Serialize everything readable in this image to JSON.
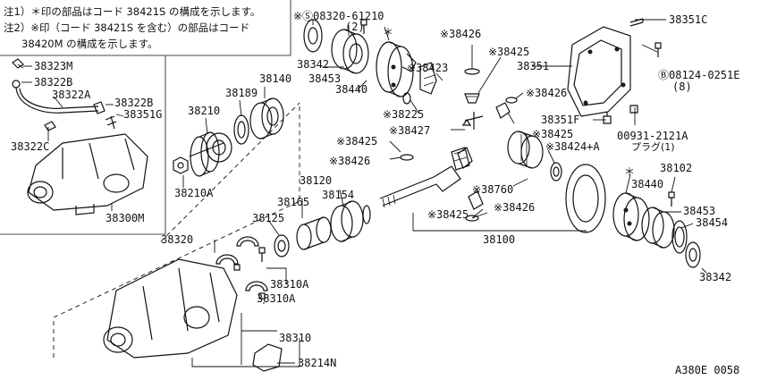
{
  "notes": {
    "line1": "注1）＊印の部品はコード 38421S の構成を示します。",
    "line2": "注2）※印（コード 38421S を含む）の部品はコード",
    "line3": "38420M の構成を示します。"
  },
  "labels": {
    "p38323M": "38323M",
    "p38322B_left": "38322B",
    "p38322A": "38322A",
    "p38322B_right": "38322B",
    "p38351G": "38351G",
    "p38322C": "38322C",
    "p38300M": "38300M",
    "p38342_top": "38342",
    "p38453_top": "38453",
    "p38440_top": "38440",
    "p38140": "38140",
    "p38189": "38189",
    "p38210": "38210",
    "p38210A": "38210A",
    "bolt_top": "※Ⓢ08320-61210",
    "bolt_top_qty": "(2)",
    "star_top": "＊",
    "p38426_a": "※38426",
    "p38425_a": "※38425",
    "p38423": "※38423",
    "p38225": "※38225",
    "p38426_b": "※38426",
    "p38427": "※38427",
    "p38425_b": "※38425",
    "p38425_c": "※38425",
    "p38426_c": "※38426",
    "p38760": "※38760",
    "p38424A": "※38424+A",
    "p38351F": "38351F",
    "p38351": "38351",
    "p38351C": "38351C",
    "bolt_right": "Ⓑ08124-0251E",
    "bolt_right_qty": "(8)",
    "plug_no": "00931-2121A",
    "plug_name": "プラグ(1)",
    "p38120": "38120",
    "p38165": "38165",
    "p38154": "38154",
    "p38125": "38125",
    "p38425_d": "※38425",
    "p38426_d": "※38426",
    "p38100": "38100",
    "star_right": "＊",
    "p38102": "38102",
    "p38440_right": "38440",
    "p38453_right": "38453",
    "p38454": "38454",
    "p38342_right": "38342",
    "p38320": "38320",
    "p38310A_a": "38310A",
    "p38310A_b": "38310A",
    "p38310": "38310",
    "p38214N": "38214N",
    "figure_code": "A380E 0058"
  }
}
